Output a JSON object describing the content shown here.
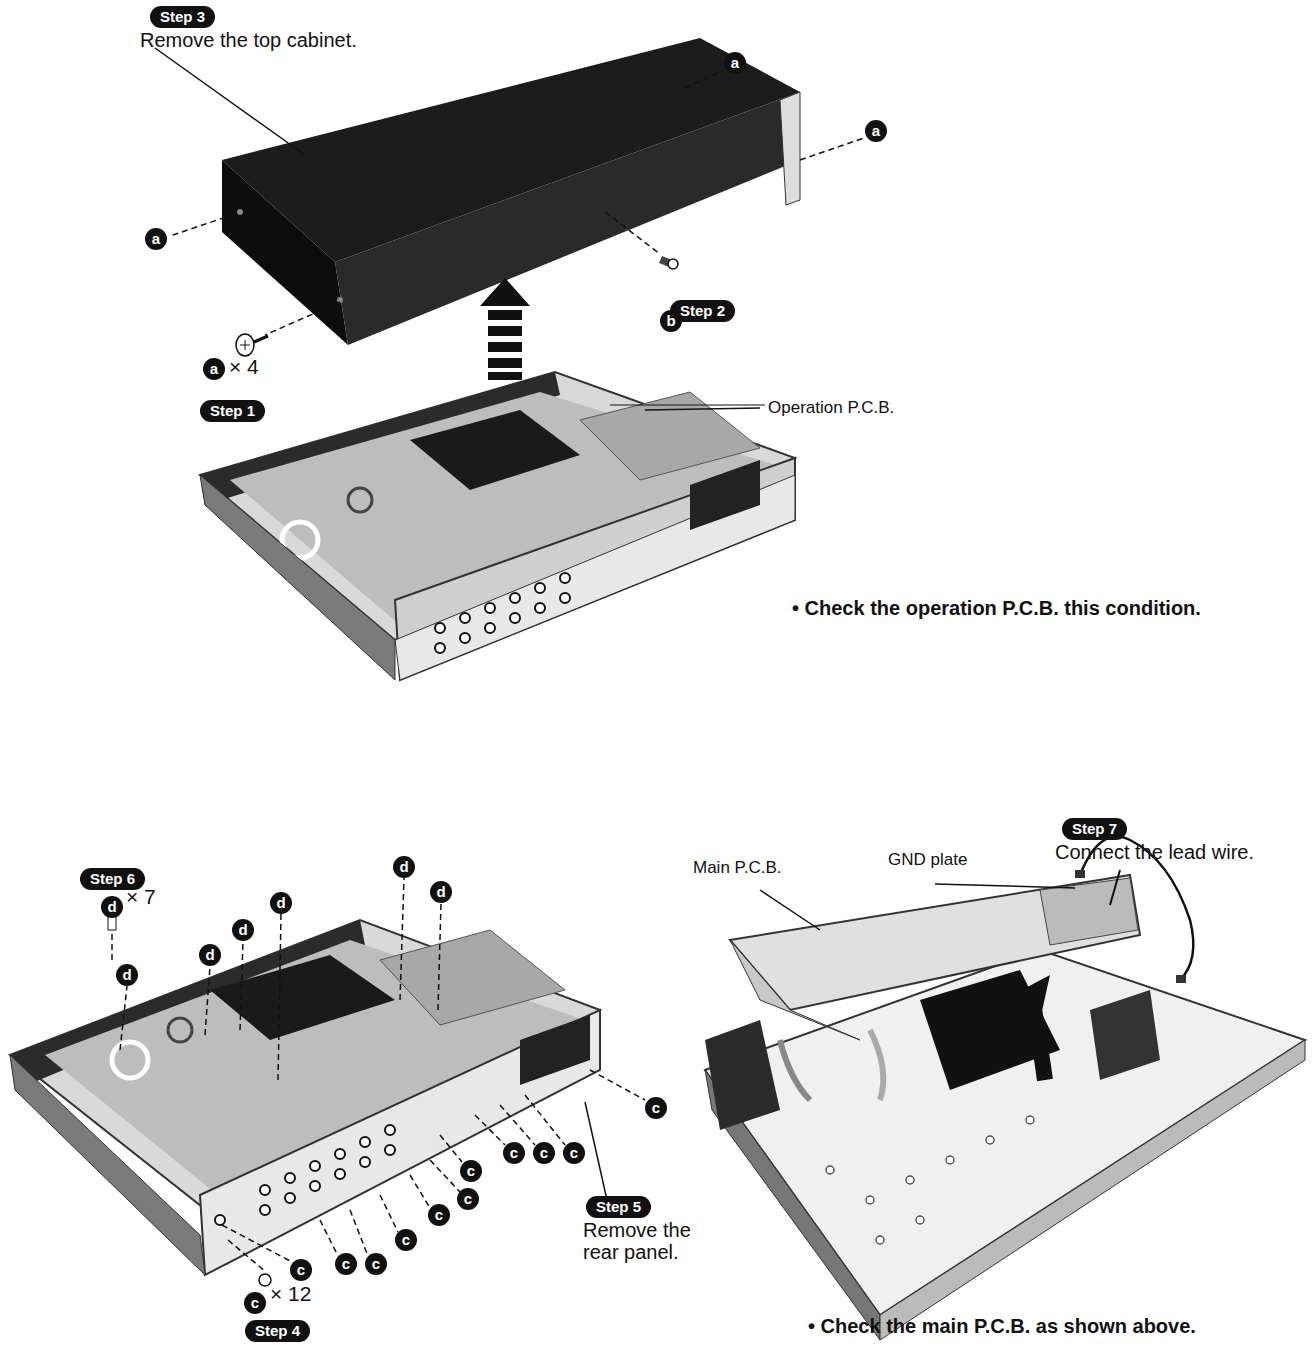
{
  "diagram": {
    "nodes": [
      {
        "text": [
          "Step 3",
          "Remove the top cabinet."
        ]
      },
      {
        "text": [
          "Step 2"
        ]
      },
      {
        "text": [
          "Step 1"
        ]
      },
      {
        "text": [
          "Step 6"
        ]
      },
      {
        "text": [
          "Step 7",
          "Connect the lead wire."
        ]
      },
      {
        "text": [
          "Step 5",
          "Remove the rear panel."
        ]
      },
      {
        "text": [
          "Step 4"
        ]
      }
    ],
    "labels": [
      "a",
      "a",
      "a",
      "b",
      "a",
      "× 4",
      "Operation P.C.B.",
      "• Check the operation P.C.B. this condition.",
      "d",
      "× 7",
      "d",
      "d",
      "d",
      "d",
      "d",
      "d",
      "Main P.C.B.",
      "GND plate",
      "c",
      "c",
      "c",
      "c",
      "c",
      "c",
      "c",
      "c",
      "c",
      "c",
      "c",
      "c",
      "× 12",
      "• Check the main P.C.B. as shown above."
    ]
  }
}
